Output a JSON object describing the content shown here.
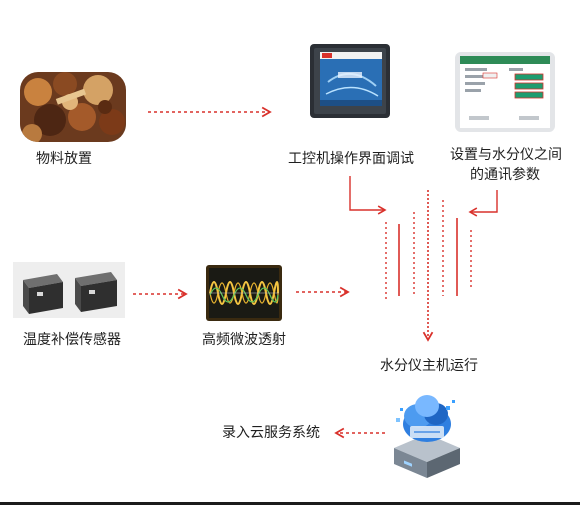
{
  "nodes": {
    "material": {
      "label": "物料放置"
    },
    "ipc": {
      "label": "工控机操作界面调试"
    },
    "comm": {
      "label_line1": "设置与水分仪之间",
      "label_line2": "的通讯参数"
    },
    "sensor": {
      "label": "温度补偿传感器"
    },
    "microwave": {
      "label": "高频微波透射"
    },
    "host": {
      "label": "水分仪主机运行"
    },
    "cloud": {
      "label": "录入云服务系统"
    }
  },
  "colors": {
    "arrow": "#d9312b",
    "background": "#ffffff",
    "text": "#1f1f1f"
  },
  "icons": {
    "material": "spice-pile-photo",
    "ipc": "touch-panel-photo",
    "comm": "settings-screen-photo",
    "sensor": "sensor-blocks-photo",
    "microwave": "waveform-photo",
    "cloud": "cloud-server-icon"
  }
}
